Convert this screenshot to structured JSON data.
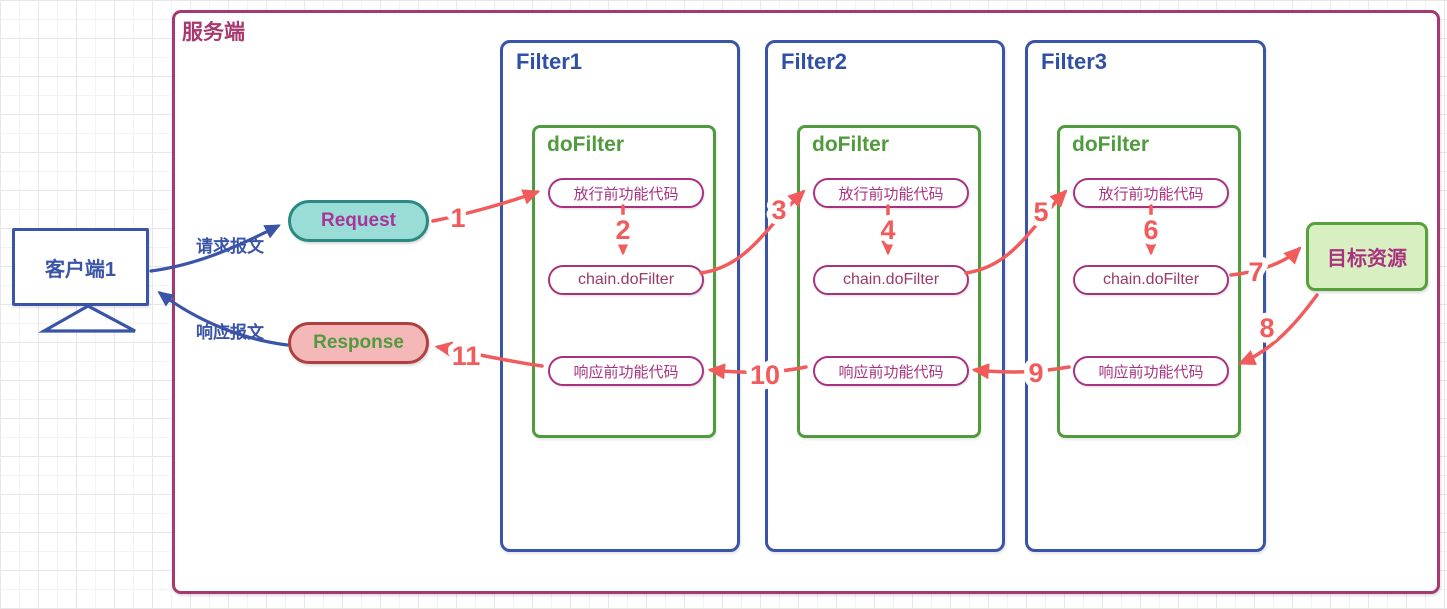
{
  "colors": {
    "blue": "#3a54a7",
    "green": "#4f9b3d",
    "magenta": "#aa3380",
    "server_border": "#a6396f",
    "arrow_red": "#f25b5b",
    "request_fill": "#9adcd6",
    "request_border": "#2a8a82",
    "request_text": "#aa339c",
    "response_fill": "#f5b8b8",
    "response_border": "#b04040",
    "response_text": "#4f9b3d",
    "target_fill": "#d8efc2",
    "target_border": "#57a03c"
  },
  "server": {
    "label": "服务端"
  },
  "client": {
    "label": "客户端1"
  },
  "request_node": {
    "label": "Request"
  },
  "response_node": {
    "label": "Response"
  },
  "client_arrows": [
    {
      "label": "请求报文",
      "from": "客户端1",
      "to": "Request"
    },
    {
      "label": "响应报文",
      "from": "Response",
      "to": "客户端1"
    }
  ],
  "filters": [
    {
      "title": "Filter1",
      "dofilter_label": "doFilter",
      "pills": [
        "放行前功能代码",
        "chain.doFilter",
        "响应前功能代码"
      ]
    },
    {
      "title": "Filter2",
      "dofilter_label": "doFilter",
      "pills": [
        "放行前功能代码",
        "chain.doFilter",
        "响应前功能代码"
      ]
    },
    {
      "title": "Filter3",
      "dofilter_label": "doFilter",
      "pills": [
        "放行前功能代码",
        "chain.doFilter",
        "响应前功能代码"
      ]
    }
  ],
  "target": {
    "label": "目标资源"
  },
  "arrows": [
    {
      "label": "1",
      "from": "Request",
      "to": "Filter1 放行前功能代码"
    },
    {
      "label": "2",
      "from": "Filter1 放行前功能代码",
      "to": "Filter1 chain.doFilter"
    },
    {
      "label": "3",
      "from": "Filter1 chain.doFilter",
      "to": "Filter2 放行前功能代码"
    },
    {
      "label": "4",
      "from": "Filter2 放行前功能代码",
      "to": "Filter2 chain.doFilter"
    },
    {
      "label": "5",
      "from": "Filter2 chain.doFilter",
      "to": "Filter3 放行前功能代码"
    },
    {
      "label": "6",
      "from": "Filter3 放行前功能代码",
      "to": "Filter3 chain.doFilter"
    },
    {
      "label": "7",
      "from": "Filter3 chain.doFilter",
      "to": "目标资源"
    },
    {
      "label": "8",
      "from": "目标资源",
      "to": "Filter3 响应前功能代码"
    },
    {
      "label": "9",
      "from": "Filter3 响应前功能代码",
      "to": "Filter2 响应前功能代码"
    },
    {
      "label": "10",
      "from": "Filter2 响应前功能代码",
      "to": "Filter1 响应前功能代码"
    },
    {
      "label": "11",
      "from": "Filter1 响应前功能代码",
      "to": "Response"
    }
  ]
}
